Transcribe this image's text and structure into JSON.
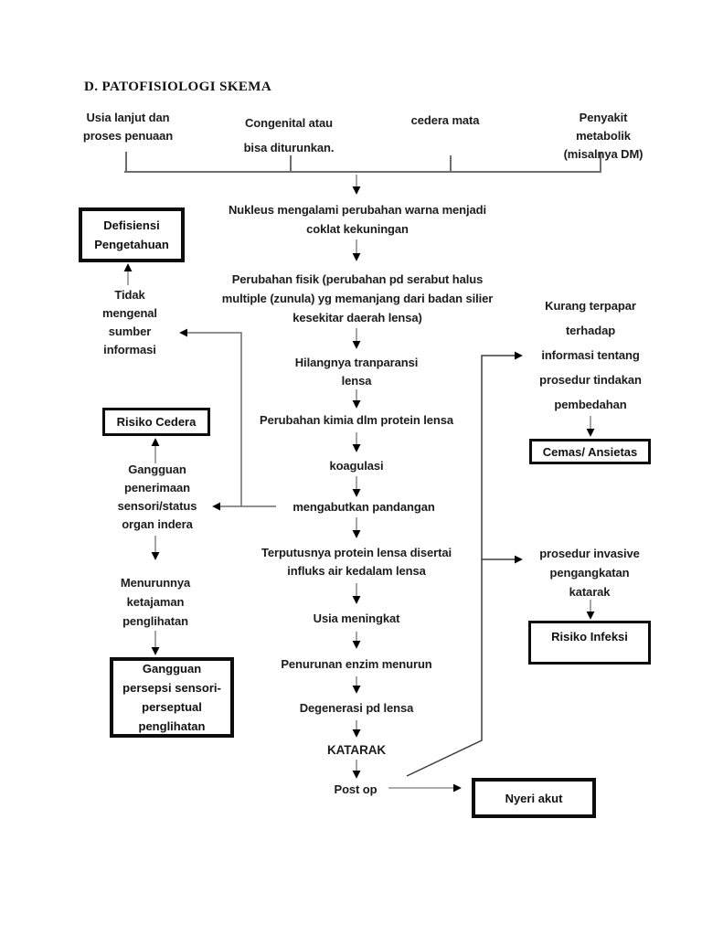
{
  "page": {
    "title": "D. PATOFISIOLOGI SKEMA"
  },
  "causes": {
    "aging": "Usia lanjut dan\nproses penuaan",
    "congenital": "Congenital atau\nbisa diturunkan.",
    "eye_injury": "cedera mata",
    "metabolic": "Penyakit metabolik\n(misalnya DM)"
  },
  "main_flow": {
    "nucleus_color_change": "Nukleus  mengalami perubahan warna menjadi\ncoklat kekuningan",
    "physical_change": "Perubahan fisik (perubahan pd serabut halus\nmultiple (zunula) yg memanjang dari badan silier\nkesekitar daerah lensa)",
    "transparency_loss": "Hilangnya tranparansi\nlensa",
    "chemical_change": "Perubahan kimia dlm protein lensa",
    "coagulation": "koagulasi",
    "clouded_vision": "mengabutkan pandangan",
    "protein_break": "Terputusnya protein lensa disertai\ninfluks air kedalam lensa",
    "age_increase": "Usia meningkat",
    "enzyme_decline": "Penurunan enzim menurun",
    "lens_degeneration": "Degenerasi pd lensa",
    "cataract": "KATARAK",
    "post_op": "Post op"
  },
  "left_branch": {
    "knowledge_deficit_box": "Defisiensi\nPengetahuan",
    "no_info_source": "Tidak\nmengenal\nsumber\ninformasi",
    "injury_risk_box": "Risiko Cedera",
    "sensory_reception_disorder": "Gangguan\npenerimaan\nsensori/status\norgan indera",
    "vision_sharpness_decline": "Menurunnya\nketajaman\npenglihatan",
    "perception_disorder_box": "Gangguan\npersepsi sensori-\nperseptual\npenglihatan"
  },
  "right_branch": {
    "low_information_exposure": "Kurang terpapar\nterhadap\ninformasi tentang\nprosedur tindakan\npembedahan",
    "anxiety_box": "Cemas/ Ansietas",
    "invasive_procedure": "prosedur invasive\npengangkatan\nkatarak",
    "infection_risk_box": "Risiko Infeksi",
    "acute_pain_box": "Nyeri akut"
  },
  "colors": {
    "background": "#ffffff",
    "text": "#1c1c1c",
    "box_border": "#0d0d0d",
    "arrow_shaft_gray": "#8f8f8f",
    "connector_dark": "#3d3d3d",
    "arrowhead": "#000000"
  }
}
